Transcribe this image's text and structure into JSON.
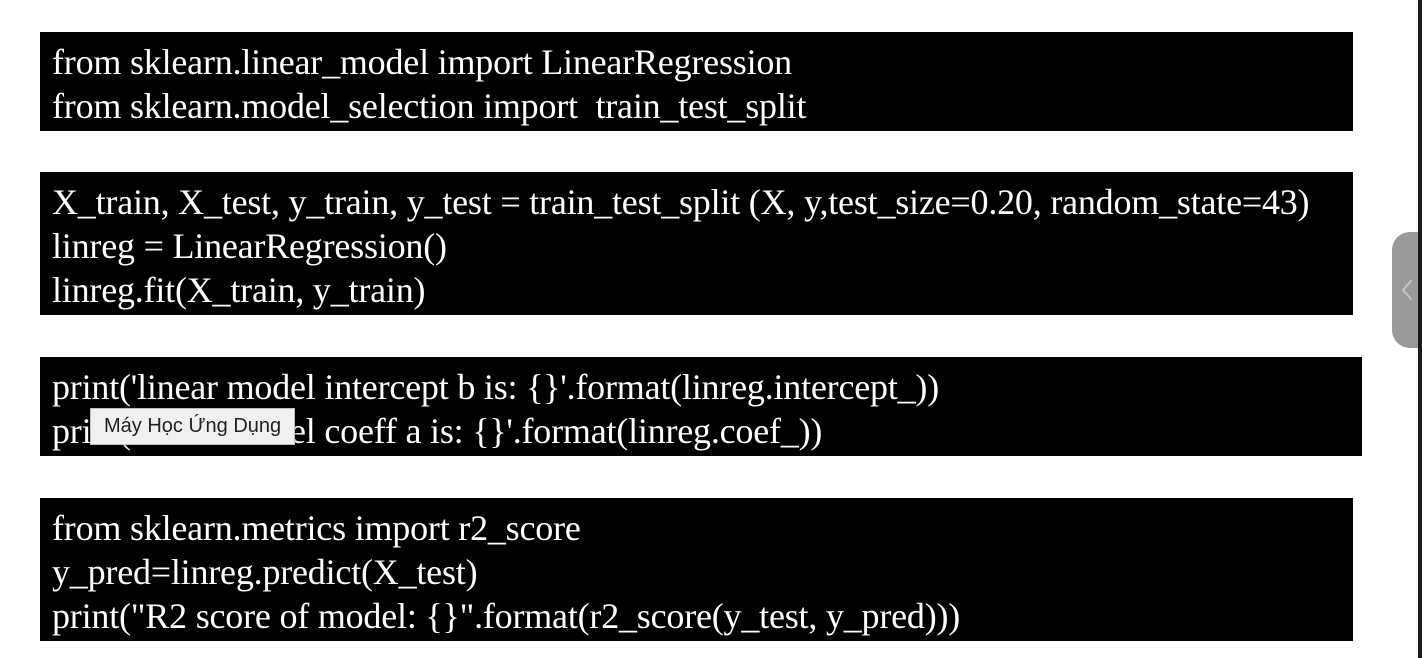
{
  "code_blocks": [
    {
      "lines": [
        "from sklearn.linear_model import LinearRegression",
        "from sklearn.model_selection import  train_test_split"
      ]
    },
    {
      "lines": [
        "X_train, X_test, y_train, y_test = train_test_split (X, y,test_size=0.20, random_state=43)",
        "linreg = LinearRegression()",
        "linreg.fit(X_train, y_train)"
      ]
    },
    {
      "lines": [
        "print('linear model intercept b is: {}'.format(linreg.intercept_))",
        "print('linear model coeff a is: {}'.format(linreg.coef_))"
      ]
    },
    {
      "lines": [
        "from sklearn.metrics import r2_score",
        "y_pred=linreg.predict(X_test)",
        "print(\"R2 score of model: {}\".format(r2_score(y_test, y_pred)))"
      ]
    }
  ],
  "tooltip": {
    "text": "Máy Học Ứng Dụng"
  },
  "side_panel_toggle": {
    "icon": "chevron-left-icon",
    "color": "#9a9a9a"
  },
  "colors": {
    "code_background": "#000000",
    "code_text": "#ffffff",
    "page_background": "#ffffff"
  }
}
